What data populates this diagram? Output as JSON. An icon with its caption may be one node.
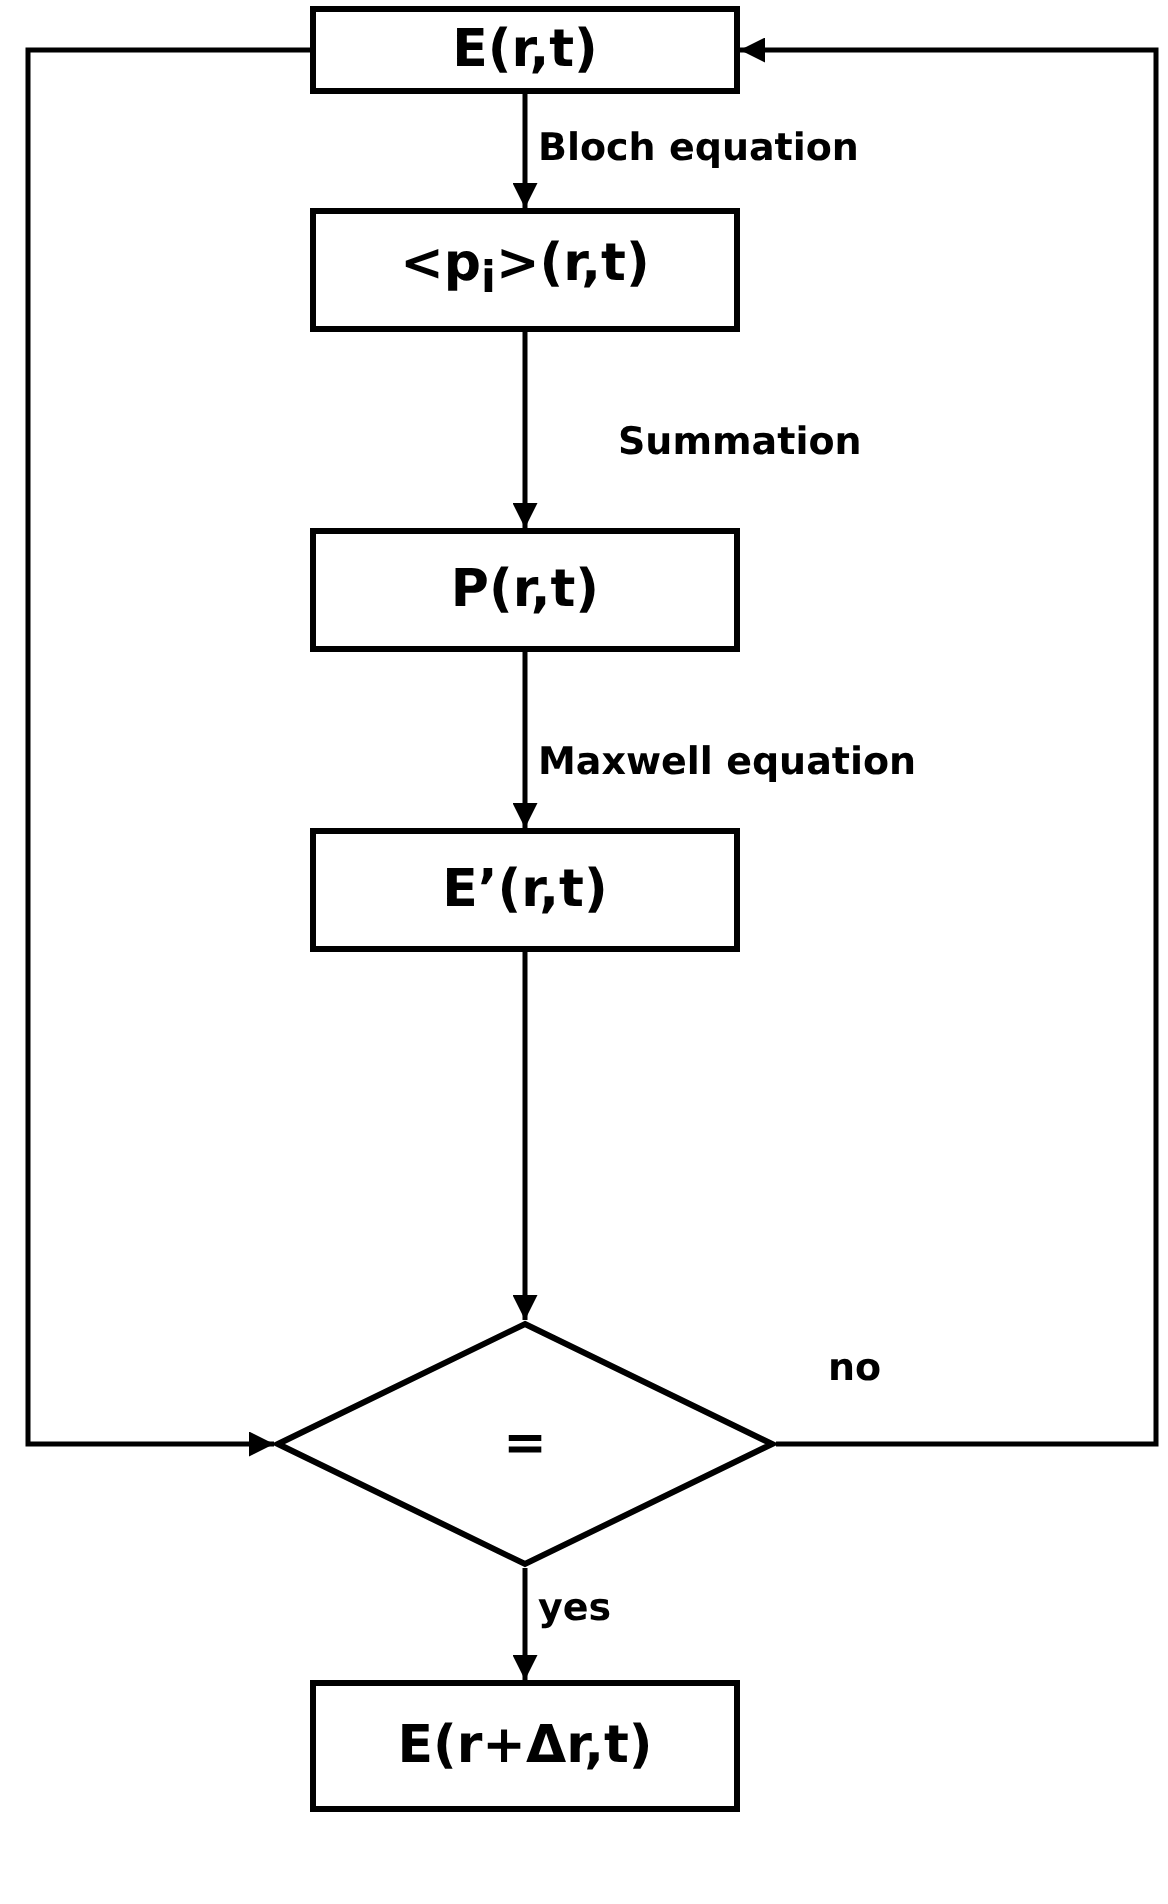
{
  "diagram": {
    "nodes": [
      {
        "text": [
          "E(r,t)"
        ]
      },
      {
        "text": [
          "<p$_{i}$>(r,t)"
        ]
      },
      {
        "text": [
          "P(r,t)"
        ]
      },
      {
        "text": [
          "E’(r,t)"
        ]
      },
      {
        "text": [
          "="
        ]
      },
      {
        "text": [
          "E(r+Δr,t)"
        ]
      }
    ],
    "edges": [
      {
        "from": 0,
        "to": 1,
        "arrow": "to",
        "label": "Bloch equation"
      },
      {
        "from": 1,
        "to": 2,
        "arrow": "to",
        "label": "Summation"
      },
      {
        "from": 2,
        "to": 3,
        "arrow": "to",
        "label": "Maxwell equation"
      },
      {
        "from": 3,
        "to": 4,
        "arrow": "to"
      },
      {
        "from": 4,
        "to": 5,
        "arrow": "to",
        "label": "yes"
      },
      {
        "from": 4,
        "to": 0,
        "arrow": "to",
        "label": "no"
      },
      {
        "from": 0,
        "to": 4,
        "arrow": "to"
      }
    ]
  }
}
